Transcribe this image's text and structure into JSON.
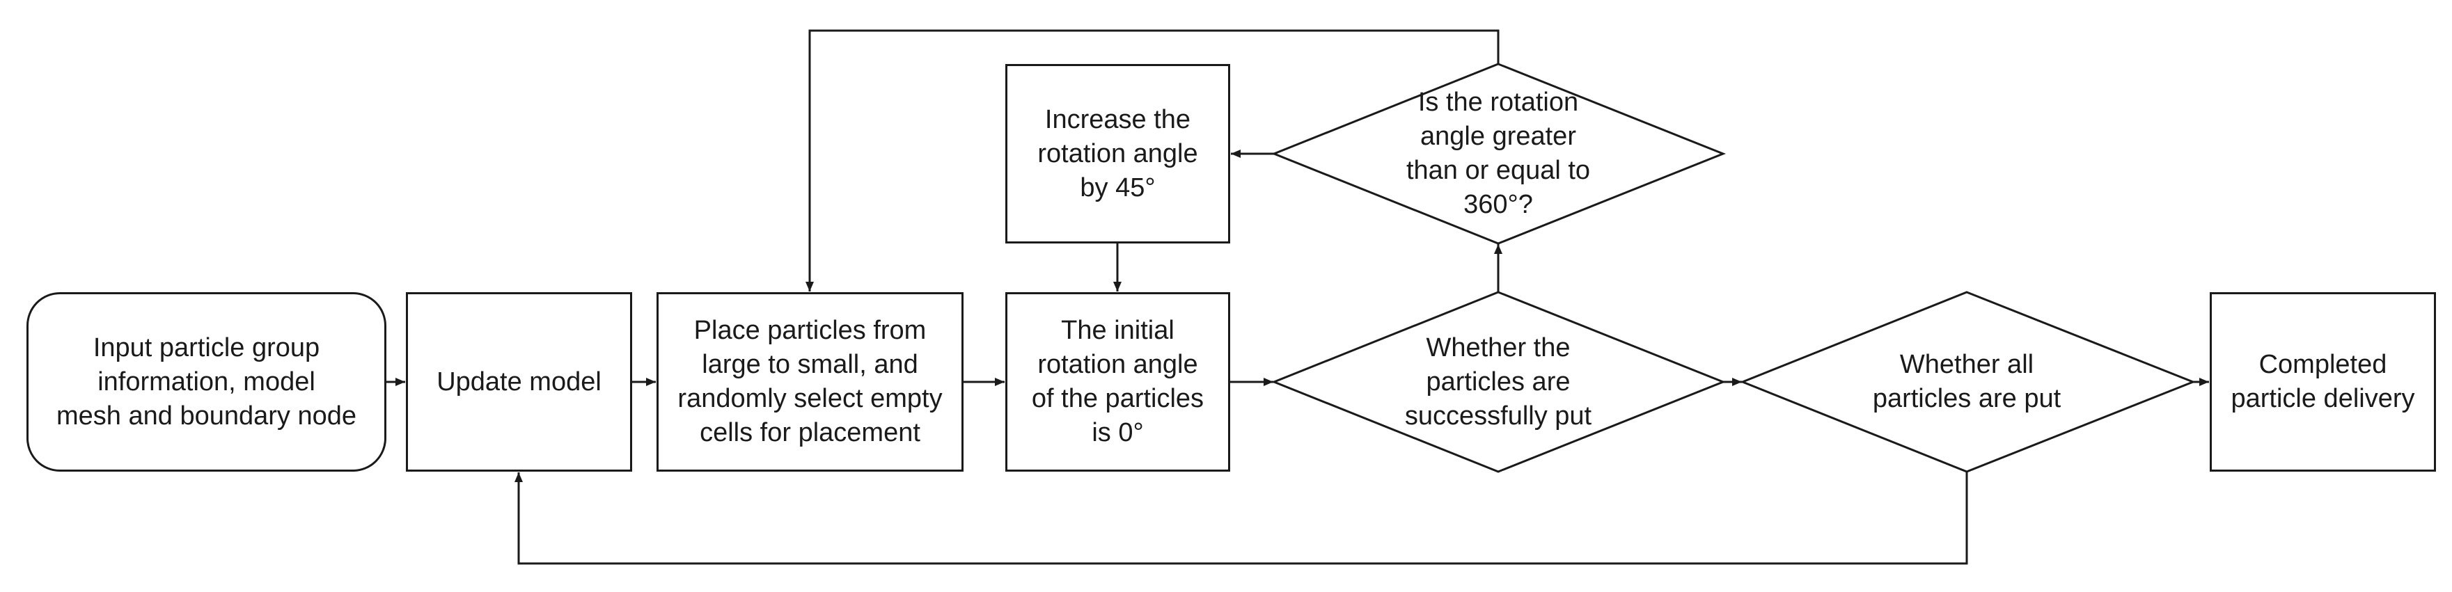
{
  "nodes": {
    "start": "Input particle group\ninformation,  model\nmesh and boundary node",
    "update_model": "Update model",
    "place_particles": "Place particles from\nlarge to small, and\nrandomly select empty\ncells for placement",
    "initial_angle": "The initial\nrotation angle\nof the particles\nis 0°",
    "increase_angle": "Increase the\nrotation angle\nby 45°",
    "angle_check": "Is the rotation\nangle greater\nthan or equal to\n360°?",
    "success_check": "Whether the\nparticles are\nsuccessfully put",
    "all_put_check": "Whether all\nparticles are put",
    "end": "Completed\nparticle delivery"
  }
}
